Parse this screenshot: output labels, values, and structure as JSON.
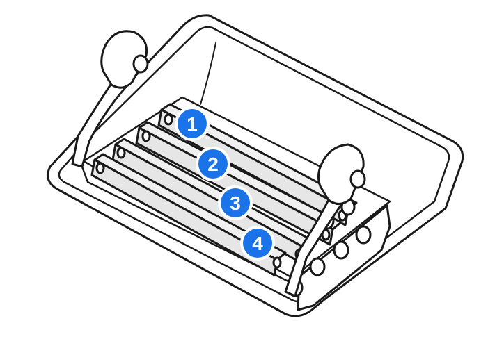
{
  "colors": {
    "outline": "#1a1a1a",
    "tray_fill": "#ffffff",
    "module_fill": "#e6e6e6",
    "badge_fill": "#1a73e8",
    "badge_ring": "#ffffff",
    "badge_text": "#ffffff"
  },
  "slots": [
    {
      "label": "1"
    },
    {
      "label": "2"
    },
    {
      "label": "3"
    },
    {
      "label": "4"
    }
  ]
}
